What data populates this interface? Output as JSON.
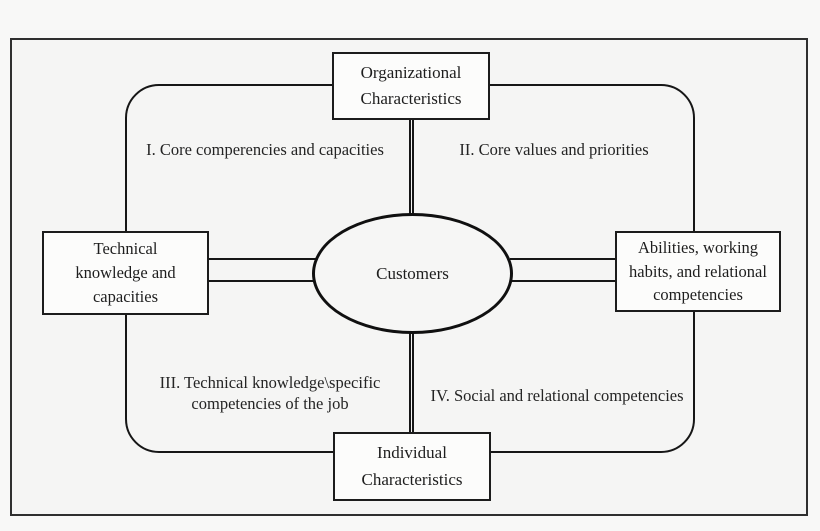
{
  "diagram": {
    "center": {
      "label": "Customers"
    },
    "nodes": {
      "top": {
        "lines": [
          "Organizational",
          "Characteristics"
        ]
      },
      "bottom": {
        "lines": [
          "Individual",
          "Characteristics"
        ]
      },
      "left": {
        "lines": [
          "Technical",
          "knowledge and",
          "capacities"
        ]
      },
      "right": {
        "lines": [
          "Abilities, working",
          "habits, and relational",
          "competencies"
        ]
      }
    },
    "quadrants": {
      "q1": "I. Core comperencies and capacities",
      "q2": "II. Core values and priorities",
      "q3_line1": "III. Technical knowledge\\specific",
      "q3_line2": "competencies of the job",
      "q4": "IV. Social and relational competencies"
    },
    "colors": {
      "line": "#161616",
      "background": "#f5f5f4",
      "node_fill": "#fcfcfb",
      "outer_border": "#2f2f2f"
    }
  }
}
